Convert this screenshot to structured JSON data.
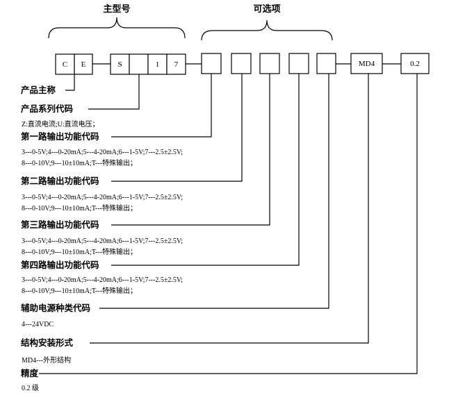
{
  "headers": {
    "main_model": "主型号",
    "options": "可选项"
  },
  "code_boxes": [
    "C",
    "E",
    "S",
    "",
    "1",
    "7",
    "",
    "",
    "",
    "",
    "",
    "MD4",
    "0.2"
  ],
  "fields": [
    {
      "label": "产品主称",
      "desc": []
    },
    {
      "label": "产品系列代码",
      "desc": [
        "Z:直流电流;U:直流电压；"
      ]
    },
    {
      "label": "第一路输出功能代码",
      "desc": [
        "3---0-5V;4---0-20mA;5---4-20mA;6---1-5V;7---2.5±2.5V;",
        "8---0-10V;9---10±10mA;T---特殊输出；"
      ]
    },
    {
      "label": "第二路输出功能代码",
      "desc": [
        "3---0-5V;4---0-20mA;5---4-20mA;6---1-5V;7---2.5±2.5V;",
        "8---0-10V;9---10±10mA;T---特殊输出；"
      ]
    },
    {
      "label": "第三路输出功能代码",
      "desc": [
        "3---0-5V;4---0-20mA;5---4-20mA;6---1-5V;7---2.5±2.5V;",
        "8---0-10V;9---10±10mA;T---特殊输出；"
      ]
    },
    {
      "label": "第四路输出功能代码",
      "desc": [
        "3---0-5V;4---0-20mA;5---4-20mA;6---1-5V;7---2.5±2.5V;",
        "8---0-10V;9---10±10mA;T---特殊输出；"
      ]
    },
    {
      "label": "辅助电源种类代码",
      "desc": [
        "4---24VDC"
      ]
    },
    {
      "label": "结构安装形式",
      "desc": [
        "MD4---外形结构"
      ]
    },
    {
      "label": "精度",
      "desc": [
        "0.2 级"
      ]
    }
  ]
}
